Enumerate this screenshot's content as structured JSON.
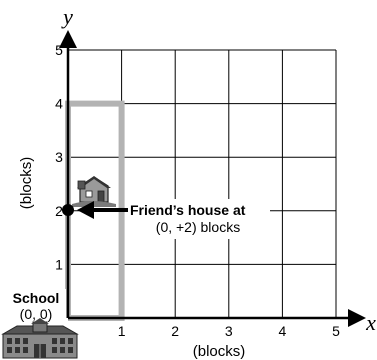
{
  "axes": {
    "x_var": "x",
    "y_var": "y",
    "x_unit": "(blocks)",
    "y_unit": "(blocks)",
    "x_ticks": [
      "1",
      "2",
      "3",
      "4",
      "5"
    ],
    "y_ticks": [
      "1",
      "2",
      "3",
      "4",
      "5"
    ],
    "range": [
      0,
      5
    ],
    "grid": true
  },
  "path": {
    "color": "#b3b3b3",
    "corners": [
      [
        0,
        0
      ],
      [
        1,
        0
      ],
      [
        1,
        4
      ],
      [
        0,
        4
      ],
      [
        0,
        0
      ]
    ]
  },
  "school": {
    "label": "School",
    "coords": "(0, 0)",
    "icon": "school-building-icon",
    "position": [
      0,
      0
    ]
  },
  "friends_house": {
    "label": "Friend’s house at",
    "coords": "(0, +2) blocks",
    "icon": "house-icon",
    "position": [
      0,
      2
    ]
  }
}
